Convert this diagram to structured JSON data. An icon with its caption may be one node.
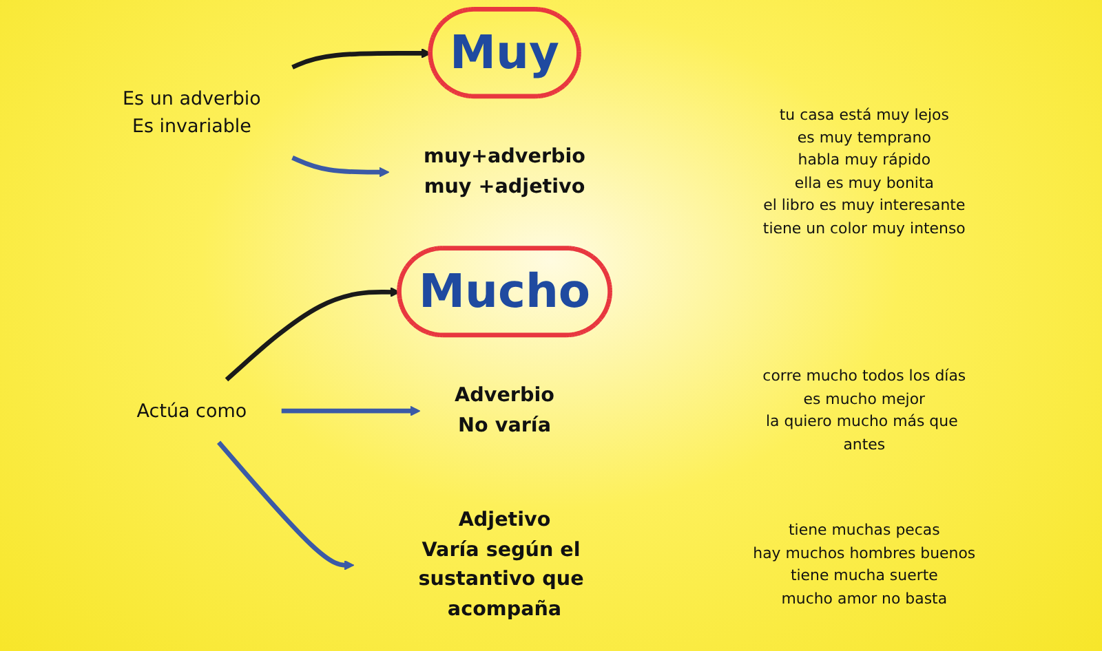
{
  "diagram": {
    "nodes": [
      {
        "text": [
          "Muy"
        ]
      },
      {
        "text": [
          "Es un adverbio",
          "Es invariable"
        ]
      },
      {
        "text": [
          "muy+adverbio",
          "muy +adjetivo"
        ],
        "beside": [
          "tu casa está muy lejos",
          "es muy temprano",
          "habla muy rápido",
          "ella es muy bonita",
          "el libro es muy interesante",
          "tiene un color muy intenso"
        ]
      },
      {
        "text": [
          "Mucho"
        ]
      },
      {
        "text": [
          "Actúa como"
        ]
      },
      {
        "text": [
          "Adverbio",
          "No varía"
        ],
        "beside": [
          "corre mucho todos los días",
          "es mucho mejor",
          "la quiero mucho más que antes"
        ]
      },
      {
        "text": [
          "Adjetivo",
          "Varía según el sustantivo que acompaña"
        ],
        "beside": [
          "tiene muchas pecas",
          "hay muchos hombres buenos",
          "tiene mucha suerte",
          "mucho amor no basta"
        ]
      }
    ],
    "edges": [
      {
        "from": 1,
        "to": 0,
        "arrow": "to",
        "color": "#1a1a1a"
      },
      {
        "from": 1,
        "to": 2,
        "arrow": "to"
      },
      {
        "from": 4,
        "to": 3,
        "arrow": "to",
        "color": "#1a1a1a"
      },
      {
        "from": 4,
        "to": 5,
        "arrow": "to"
      },
      {
        "from": 4,
        "to": 6,
        "arrow": "to"
      }
    ]
  }
}
